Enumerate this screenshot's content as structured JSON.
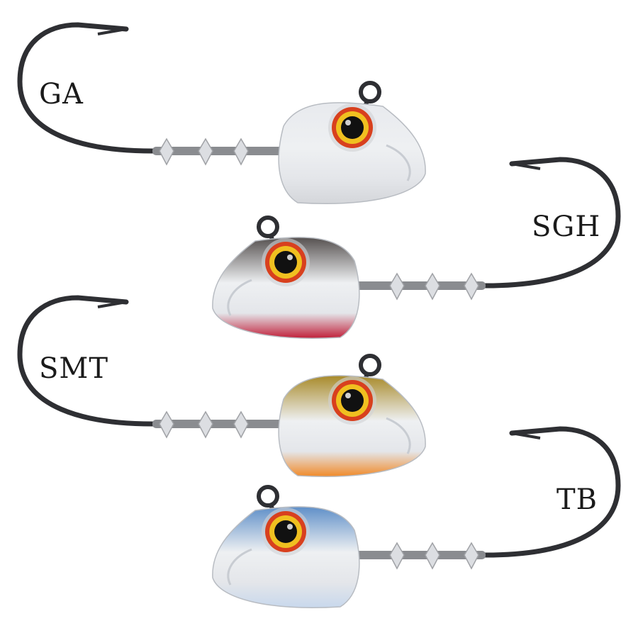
{
  "jigs": [
    {
      "label": "GA",
      "top_color": "#e8eaee",
      "bottom_color": "#d4d6da",
      "mirrored": false
    },
    {
      "label": "SGH",
      "top_color": "#55504f",
      "bottom_color": "#c0203a",
      "mirrored": true
    },
    {
      "label": "SMT",
      "top_color": "#a88a2a",
      "bottom_color": "#f08a2a",
      "mirrored": false
    },
    {
      "label": "TB",
      "top_color": "#5f8fc8",
      "bottom_color": "#c8d8ec",
      "mirrored": true
    }
  ],
  "colors": {
    "hook": "#2e2f33",
    "eye_ring": "#d8401e",
    "eye_iris": "#f0c020",
    "pupil": "#111111"
  }
}
